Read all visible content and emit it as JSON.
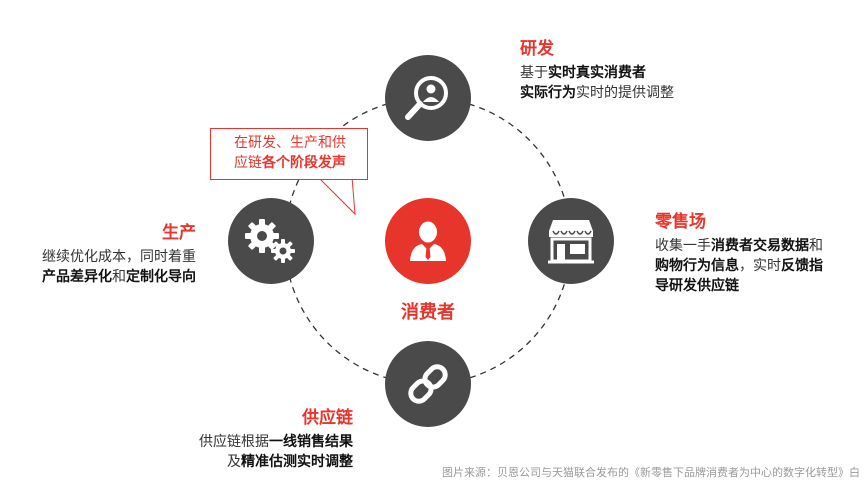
{
  "colors": {
    "accent": "#e8352b",
    "node": "#4a4a4a",
    "text": "#333333"
  },
  "center": {
    "label": "消费者",
    "icon": "person-icon"
  },
  "callout": {
    "line1": "在研发、生产和供",
    "line2_normal": "应链",
    "line2_bold": "各个阶段发声"
  },
  "nodes": {
    "research": {
      "title": "研发",
      "icon": "magnifier-person-icon",
      "line1_a": "基于",
      "line1_b": "实时真实消费者",
      "line2_a": "实际行为",
      "line2_b": "实时的提供调整"
    },
    "retail": {
      "title": "零售场",
      "icon": "storefront-icon",
      "line1_a": "收集一手",
      "line1_b": "消费者交易数据",
      "line1_c": "和",
      "line2_a": "购物行为信息",
      "line2_b": "，实时",
      "line2_c": "反馈指",
      "line3_a": "导研发供应链"
    },
    "production": {
      "title": "生产",
      "icon": "gears-icon",
      "line1_a": "继续优化成本，同时着重",
      "line2_a": "产品差异化",
      "line2_b": "和",
      "line2_c": "定制化导向"
    },
    "supply": {
      "title": "供应链",
      "icon": "chain-link-icon",
      "line1_a": "供应链根据",
      "line1_b": "一线销售结果",
      "line2_a": "及",
      "line2_b": "精准估测实时调整"
    }
  },
  "source": "图片来源：贝恩公司与天猫联合发布的《新零售下品牌消费者为中心的数字化转型》白"
}
